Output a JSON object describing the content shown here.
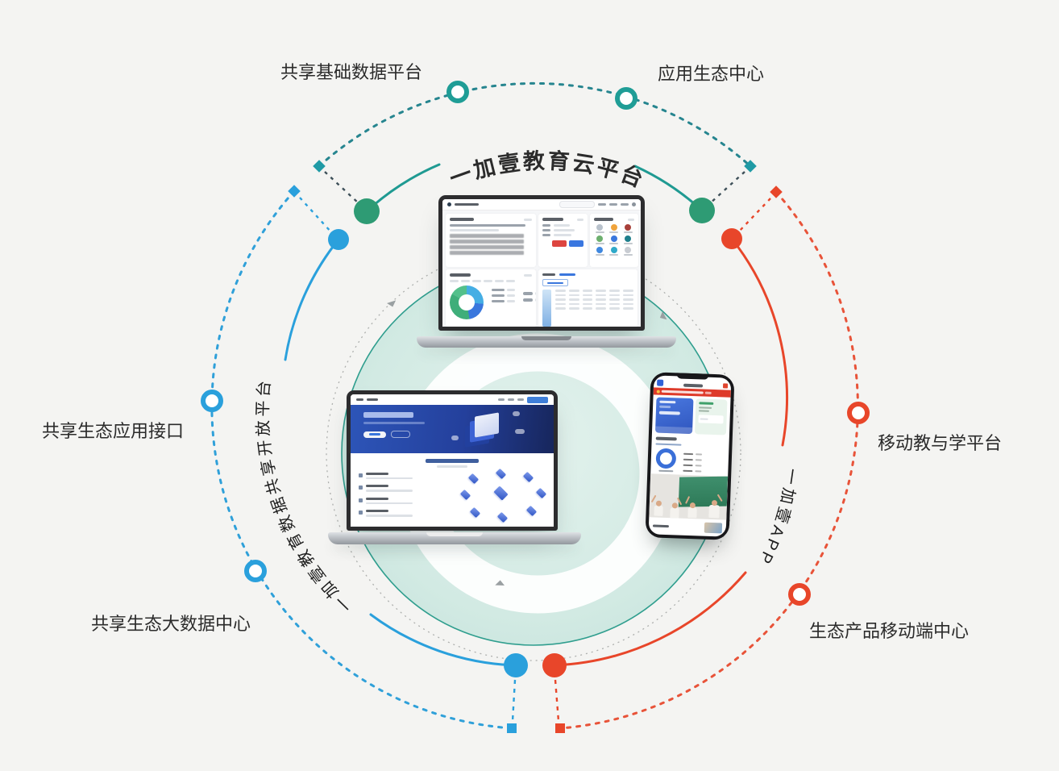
{
  "diagram": {
    "center_title": "一加壹教育云平台",
    "arc_left": "一加壹教育数据共享开放平台",
    "arc_right": "一加壹APP",
    "nodes": {
      "top_left": "共享基础数据平台",
      "top_right": "应用生态中心",
      "left": "共享生态应用接口",
      "bottom_left": "共享生态大数据中心",
      "right": "移动教与学平台",
      "bottom_right": "生态产品移动端中心"
    }
  },
  "colors": {
    "teal_arc": "#26858f",
    "teal_ring": "#1f9d96",
    "teal_dot": "#2e9b74",
    "blue": "#2aa0dc",
    "red": "#e8462a",
    "mint_fill": "#d0e9e3",
    "mint_edge": "#2f9e8e",
    "background": "#f4f4f2",
    "text": "#2b2b2b"
  },
  "devices": {
    "dashboard": {
      "app_icon_colors": [
        "#b9c2cc",
        "#f0a43c",
        "#a8403a",
        "#6db06e",
        "#3a77dd",
        "#1f7f8c",
        "#3f88e0",
        "#2fa9c9",
        "#c8ccd2"
      ]
    }
  }
}
